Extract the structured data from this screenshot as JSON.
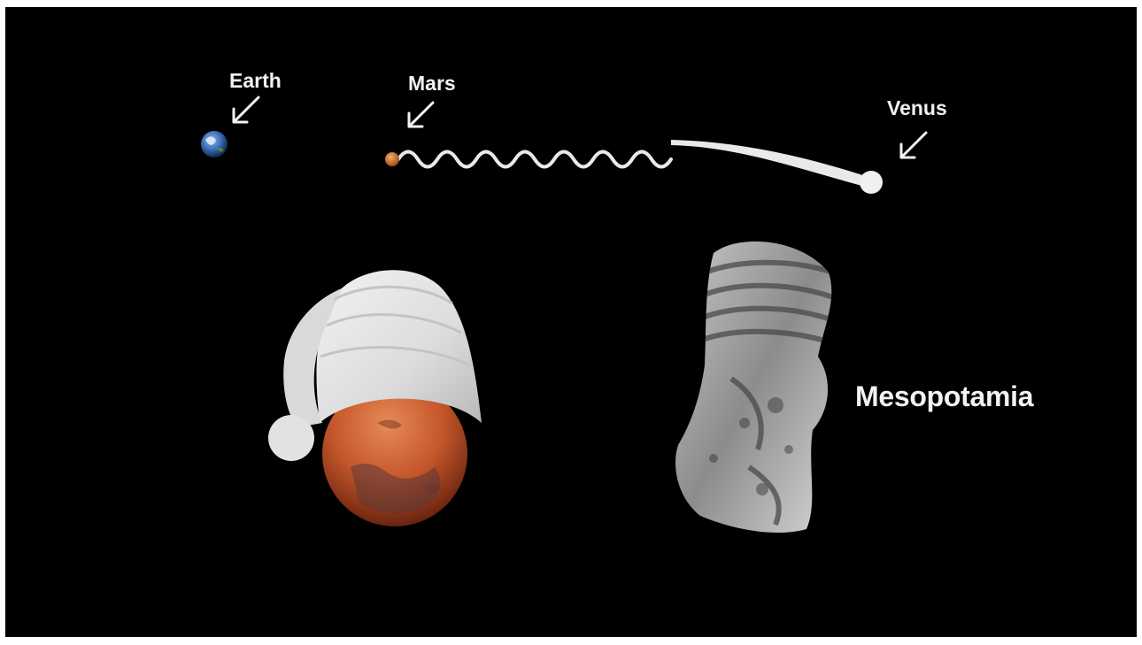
{
  "labels": {
    "earth": "Earth",
    "mars": "Mars",
    "venus": "Venus",
    "mesopotamia": "Mesopotamia"
  },
  "colors": {
    "background": "#000000",
    "text": "#f2f2f2",
    "mars": "#c4562a",
    "earth": "#3a6fb8",
    "cap": "#e6e6e6",
    "artifact": "#9a9a9a"
  },
  "icons": {
    "earth": "earth-icon",
    "mars": "mars-icon",
    "venus": "venus-comet-icon",
    "arrows": "arrow-down-left-icon"
  }
}
